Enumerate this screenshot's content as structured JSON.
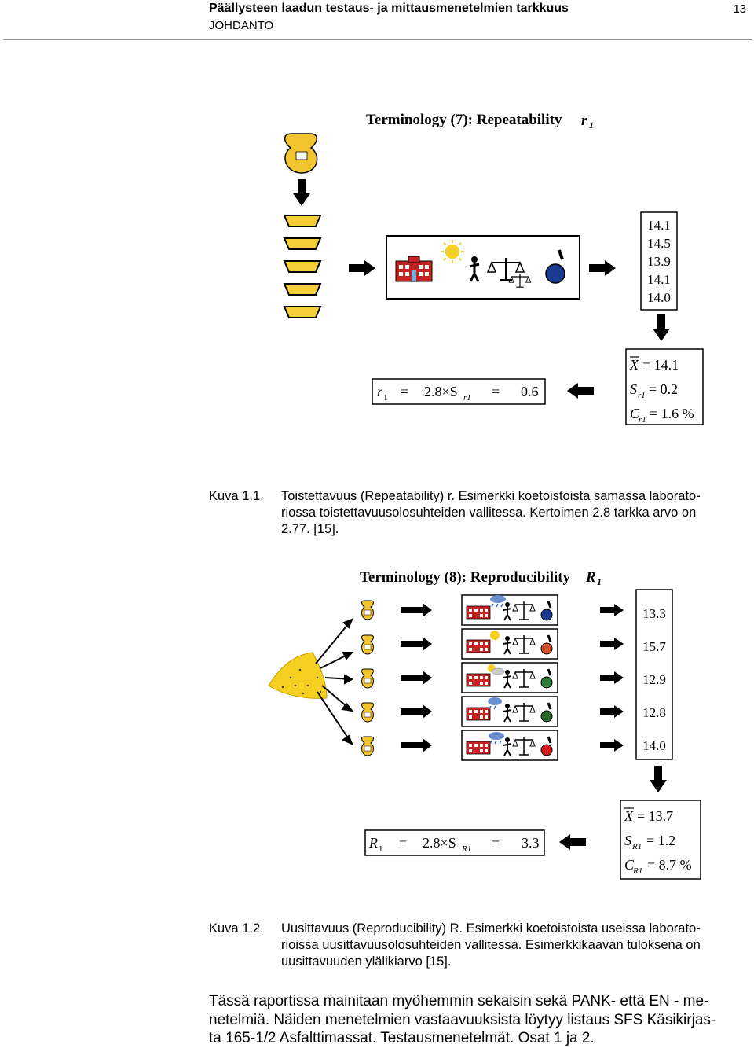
{
  "header": {
    "title": "Päällysteen laadun testaus- ja mittausmenetelmien tarkkuus",
    "section": "JOHDANTO",
    "page_number": "13"
  },
  "figure1": {
    "heading": "Terminology (7): Repeatability",
    "heading_symbol": "r",
    "heading_sub": "1",
    "results": [
      "14.1",
      "14.5",
      "13.9",
      "14.1",
      "14.0"
    ],
    "stats": {
      "mean_label": "X",
      "mean_value": "= 14.1",
      "s_label": "S",
      "s_sub": "r1",
      "s_value": "= 0.2",
      "c_label": "C",
      "c_sub": "r1",
      "c_value": "= 1.6 %"
    },
    "formula": {
      "lhs": "r",
      "lhs_sub": "1",
      "eq1": "=",
      "expr": "2.8×S",
      "expr_sub": "r1",
      "eq2": "=",
      "result": "0.6"
    }
  },
  "caption1": {
    "label": "Kuva 1.1.",
    "line1": "Toistettavuus (Repeatability) r. Esimerkki koetoistoista samassa laborato-",
    "line2": "riossa toistettavuusolosuhteiden vallitessa. Kertoimen 2.8 tarkka arvo on",
    "line3": "2.77. [15]."
  },
  "figure2": {
    "heading": "Terminology (8): Reproducibility",
    "heading_symbol": "R",
    "heading_sub": "1",
    "results": [
      "13.3",
      "15.7",
      "12.9",
      "12.8",
      "14.0"
    ],
    "stats": {
      "mean_label": "X",
      "mean_value": "= 13.7",
      "s_label": "S",
      "s_sub": "R1",
      "s_value": "= 1.2",
      "c_label": "C",
      "c_sub": "R1",
      "c_value": "= 8.7 %"
    },
    "formula": {
      "lhs": "R",
      "lhs_sub": "1",
      "eq1": "=",
      "expr": "2.8×S",
      "expr_sub": "R1",
      "eq2": "=",
      "result": "3.3"
    },
    "flask_colors": [
      "#1a3a8f",
      "#d0502a",
      "#2a7a3a",
      "#2a6a2a",
      "#d01818"
    ]
  },
  "caption2": {
    "label": "Kuva 1.2.",
    "line1": "Uusittavuus (Reproducibility) R. Esimerkki koetoistoista useissa laborato-",
    "line2": "rioissa uusittavuusolosuhteiden vallitessa. Esimerkkikaavan tuloksena on",
    "line3": "uusittavuuden ylälikiarvo [15]."
  },
  "paragraph": {
    "line1": "Tässä raportissa mainitaan myöhemmin sekaisin sekä PANK- että EN - me-",
    "line2": "netelmiä. Näiden menetelmien vastaavuuksista löytyy listaus SFS Käsikirjas-",
    "line3": "ta 165-1/2 Asfalttimassat. Testausmenetelmät. Osat 1 ja 2."
  }
}
